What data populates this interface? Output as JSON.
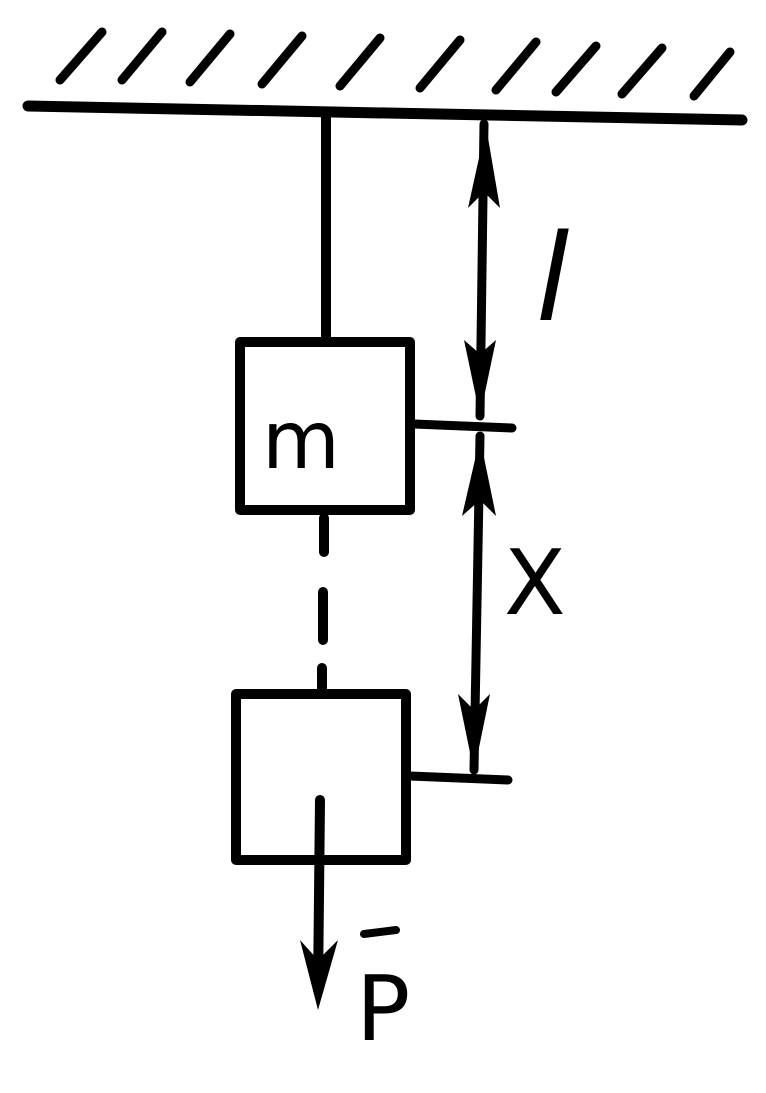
{
  "labels": {
    "length": "l",
    "mass": "m",
    "displacement": "X",
    "force": "P"
  },
  "colors": {
    "ink": "#000000",
    "background": "#ffffff"
  }
}
